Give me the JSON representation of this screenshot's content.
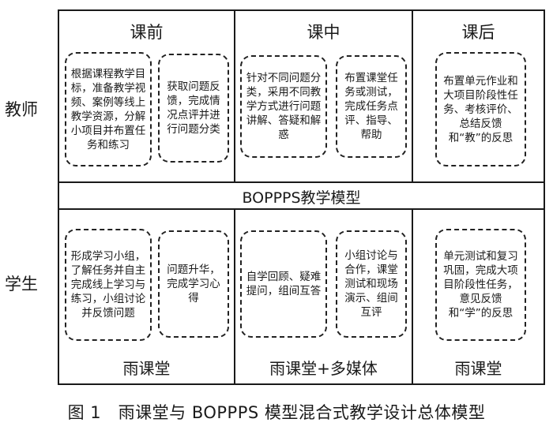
{
  "columns": [
    "课前",
    "课中",
    "课后"
  ],
  "roles": {
    "teacher": "教师",
    "student": "学生"
  },
  "model_label": "BOPPPS教学模型",
  "teacher_boxes": [
    "根据课程教学目标，准备教学视频、案例等线上教学资源，分解小项目并布置任务和练习",
    "获取问题反馈，完成情况点评并进行问题分类",
    "针对不同问题分类，采用不同教学方式进行问题讲解、答疑和解惑",
    "布置课堂任务或测试，完成任务点评、指导、帮助",
    "布置单元作业和大项目阶段性任务、考核评价、总结反馈和“教”的反思"
  ],
  "student_boxes": [
    "形成学习小组，了解任务并自主完成线上学习与练习，小组讨论并反馈问题",
    "问题升华，完成学习心得",
    "自学回顾、疑难提问，组间互答",
    "小组讨论与合作，课堂测试和现场演示、组间互评",
    "单元测试和复习巩固，完成大项目阶段性任务，意见反馈和“学”的反思"
  ],
  "footers": [
    "雨课堂",
    "雨课堂+多媒体",
    "雨课堂"
  ],
  "caption": "图 1   雨课堂与 BOPPPS 模型混合式教学设计总体模型"
}
